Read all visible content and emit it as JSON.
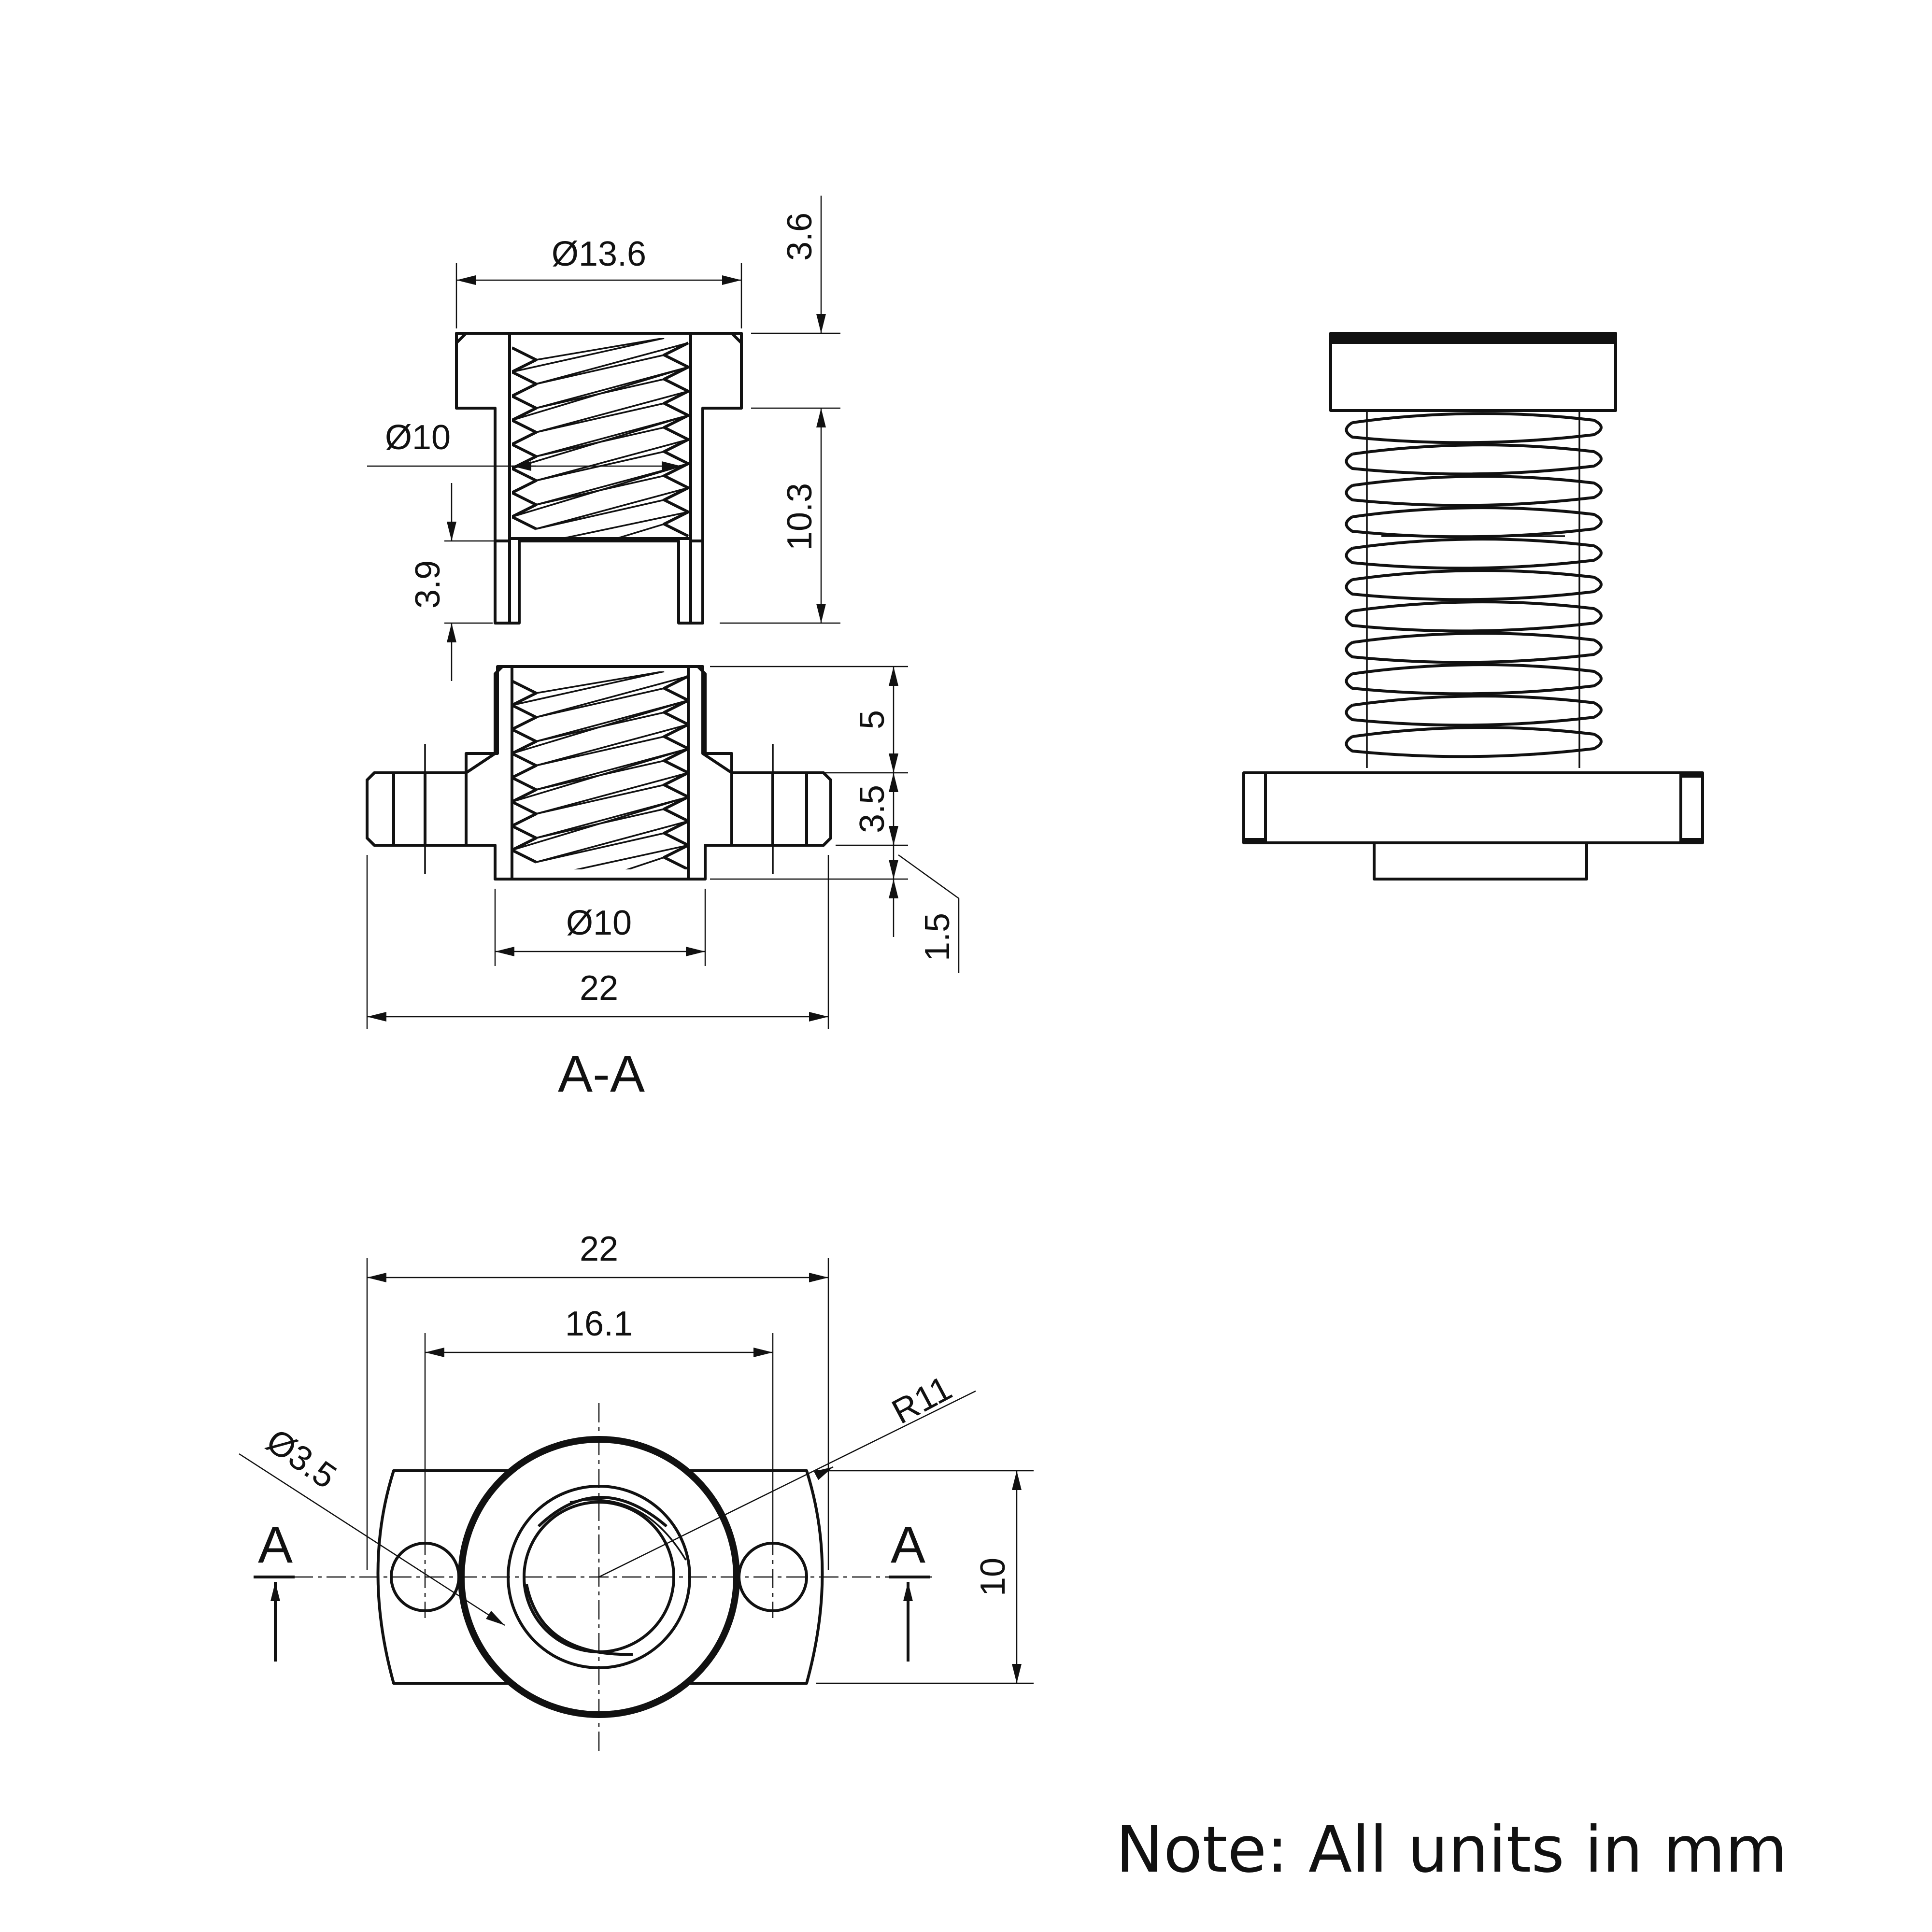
{
  "section_view": {
    "title": "A-A",
    "flange_nut_diameter": "Ø13.6",
    "flange_height": "3.6",
    "thread_diameter": "Ø10",
    "nut_body_height": "10.3",
    "spring_seat_depth": "3.9",
    "body_diameter": "Ø10",
    "upper_body_height": "5",
    "flange_thickness": "3.5",
    "lower_boss_height": "1.5",
    "flange_width": "22"
  },
  "top_view": {
    "flange_width": "22",
    "hole_spacing": "16.1",
    "hole_diameter": "Ø3.5",
    "flange_radius": "R11",
    "flange_height": "10",
    "section_marker_left": "A",
    "section_marker_right": "A"
  },
  "note": "Note: All units in mm"
}
